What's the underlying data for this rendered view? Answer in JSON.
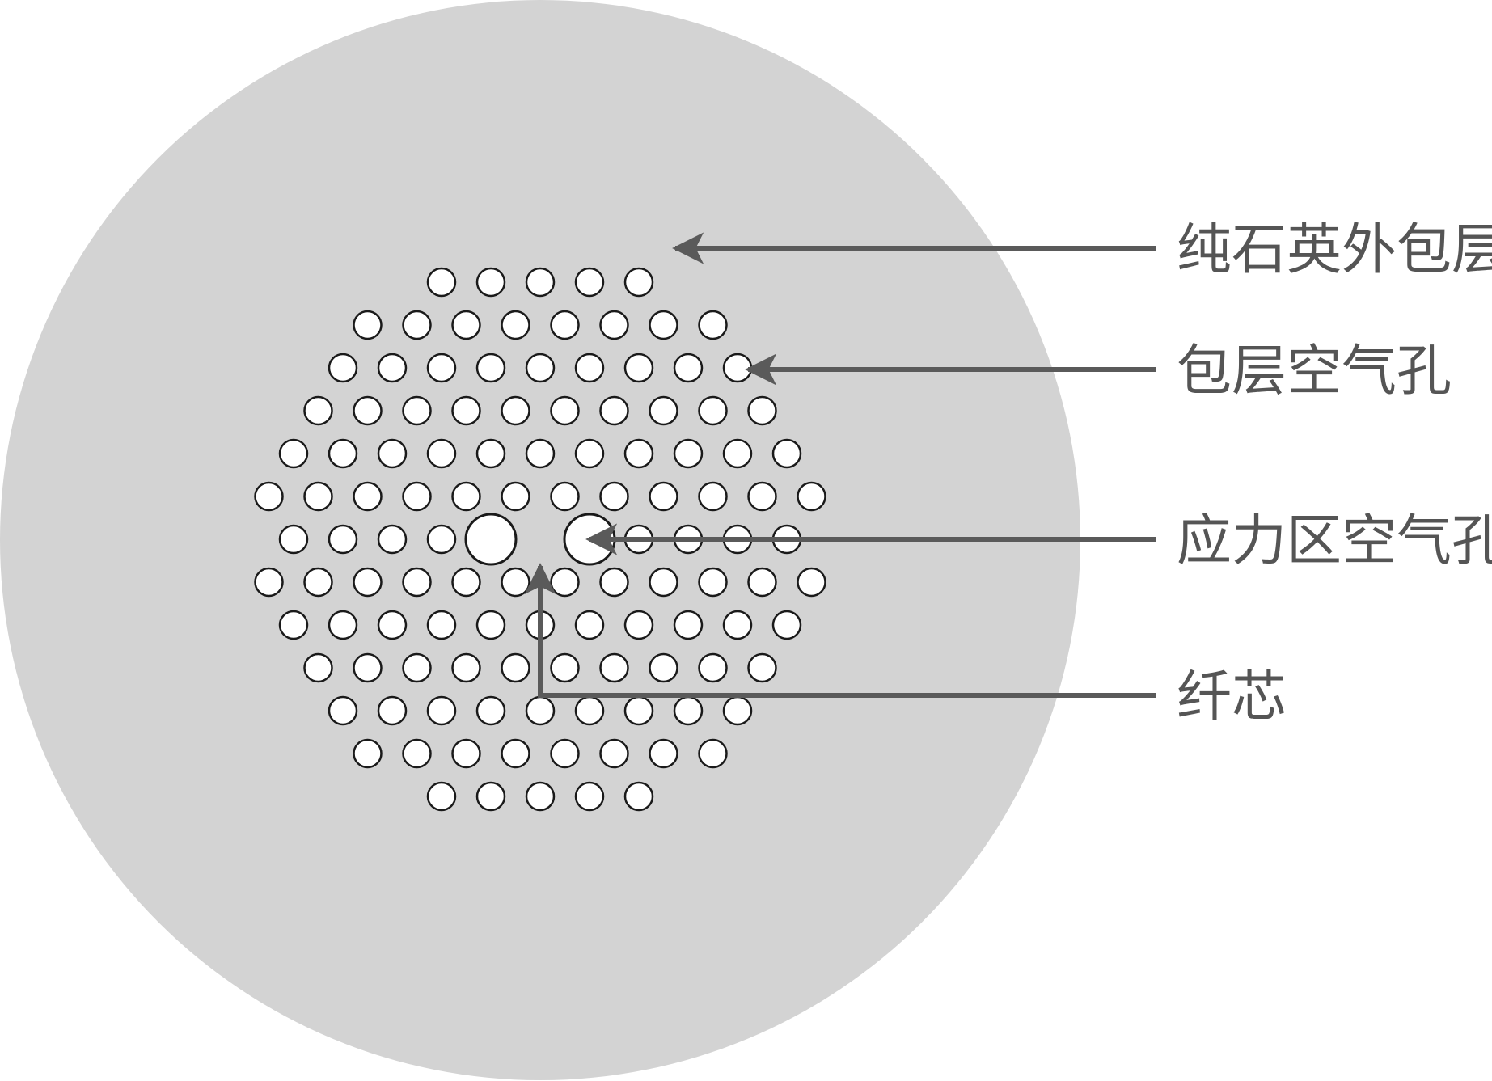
{
  "colors": {
    "cladding": "#d3d3d3",
    "air_hole_fill": "#ffffff",
    "air_hole_stroke": "#1a1a1a",
    "callout": "#5a5a5a",
    "label_text": "#555555"
  },
  "lattice": {
    "rows": [
      5,
      8,
      9,
      10,
      11,
      12,
      11,
      12,
      11,
      10,
      9,
      8,
      5
    ],
    "stress_holes": 2
  },
  "labels": {
    "outer_cladding": "纯石英外包层",
    "cladding_air_holes": "包层空气孔",
    "stress_air_holes": "应力区空气孔",
    "fiber_core": "纤芯"
  }
}
